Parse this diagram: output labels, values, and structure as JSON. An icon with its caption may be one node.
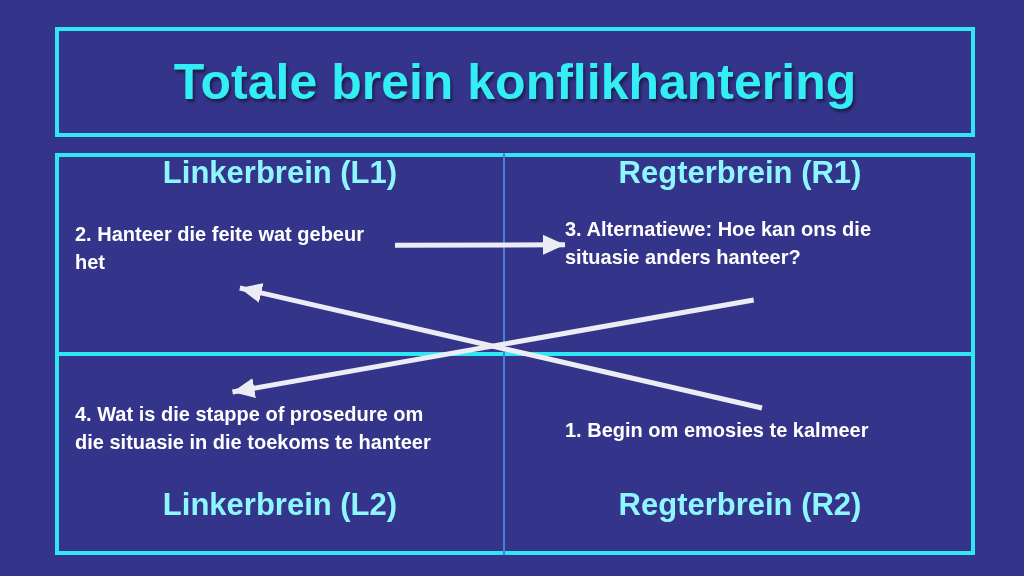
{
  "diagram": {
    "title": "Totale brein konflikhantering",
    "nodes": [
      {
        "text": [],
        "shape": "box"
      },
      {
        "text": [
          "Linkerbrein (L1)"
        ],
        "in": 0
      },
      {
        "text": [
          "2. Hanteer die feite wat gebeur het"
        ],
        "in": 1
      },
      {
        "text": [
          "Regterbrein (R1)"
        ],
        "in": 0
      },
      {
        "text": [
          "3. Alternatiewe: Hoe kan ons die situasie anders hanteer?"
        ],
        "in": 3
      },
      {
        "text": [
          "Linkerbrein (L2)"
        ],
        "in": 0
      },
      {
        "text": [
          "4. Wat is die stappe of prosedure om die situasie in die toekoms te hanteer"
        ],
        "in": 5
      },
      {
        "text": [
          "Regterbrein (R2)"
        ],
        "in": 0
      },
      {
        "text": [
          "1. Begin om emosies te kalmeer"
        ],
        "in": 7
      }
    ],
    "edges": [
      {
        "from": 2,
        "to": 4,
        "arrow": "to"
      },
      {
        "from": 8,
        "to": 2,
        "arrow": "to"
      },
      {
        "from": 4,
        "to": 6,
        "arrow": "to"
      }
    ]
  }
}
